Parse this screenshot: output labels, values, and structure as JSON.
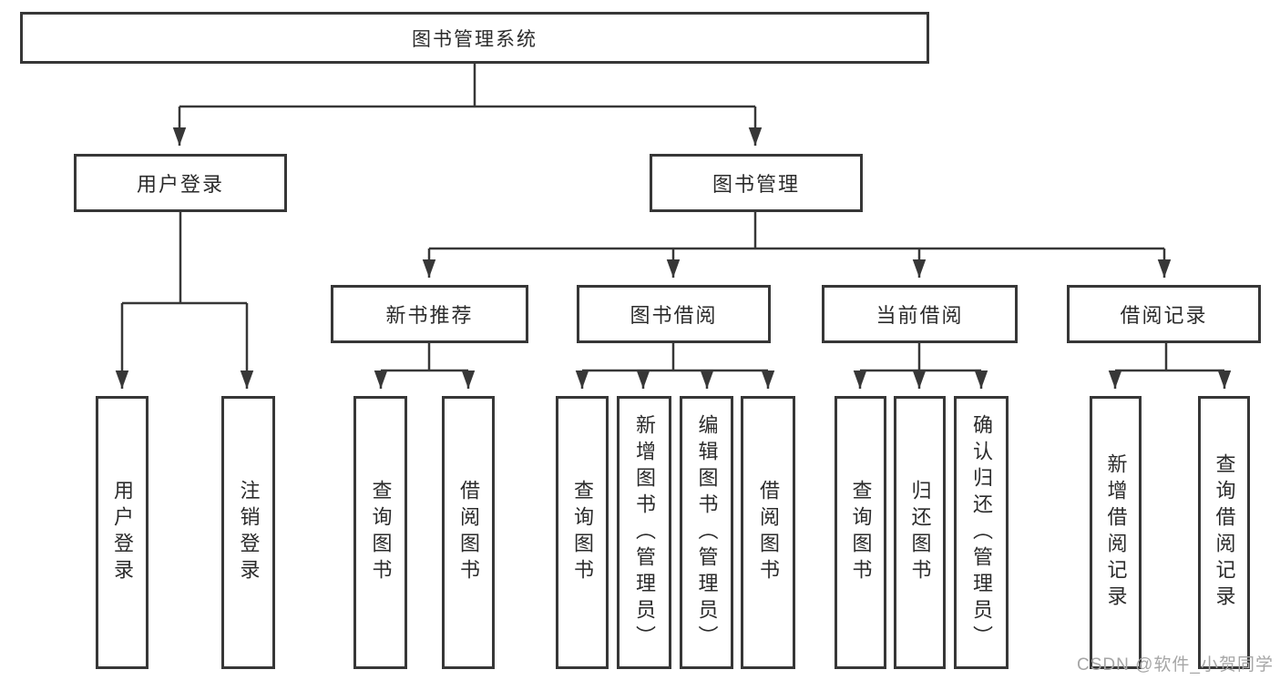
{
  "colors": {
    "line": "#373737",
    "box_border": "#373737",
    "text": "#2b2b2b",
    "watermark": "#a6a6a6",
    "background": "#ffffff"
  },
  "tree": {
    "root": {
      "label": "图书管理系统",
      "children": [
        {
          "label": "用户登录",
          "children": [
            {
              "label": "用户登录"
            },
            {
              "label": "注销登录"
            }
          ]
        },
        {
          "label": "图书管理",
          "children": [
            {
              "label": "新书推荐",
              "children": [
                {
                  "label": "查询图书"
                },
                {
                  "label": "借阅图书"
                }
              ]
            },
            {
              "label": "图书借阅",
              "children": [
                {
                  "label": "查询图书"
                },
                {
                  "label": "新增图书（管理员）"
                },
                {
                  "label": "编辑图书（管理员）"
                },
                {
                  "label": "借阅图书"
                }
              ]
            },
            {
              "label": "当前借阅",
              "children": [
                {
                  "label": "查询图书"
                },
                {
                  "label": "归还图书"
                },
                {
                  "label": "确认归还（管理员）"
                }
              ]
            },
            {
              "label": "借阅记录",
              "children": [
                {
                  "label": "新增借阅记录"
                },
                {
                  "label": "查询借阅记录"
                }
              ]
            }
          ]
        }
      ]
    }
  },
  "watermark": {
    "text": "CSDN @软件_小贺同学"
  }
}
